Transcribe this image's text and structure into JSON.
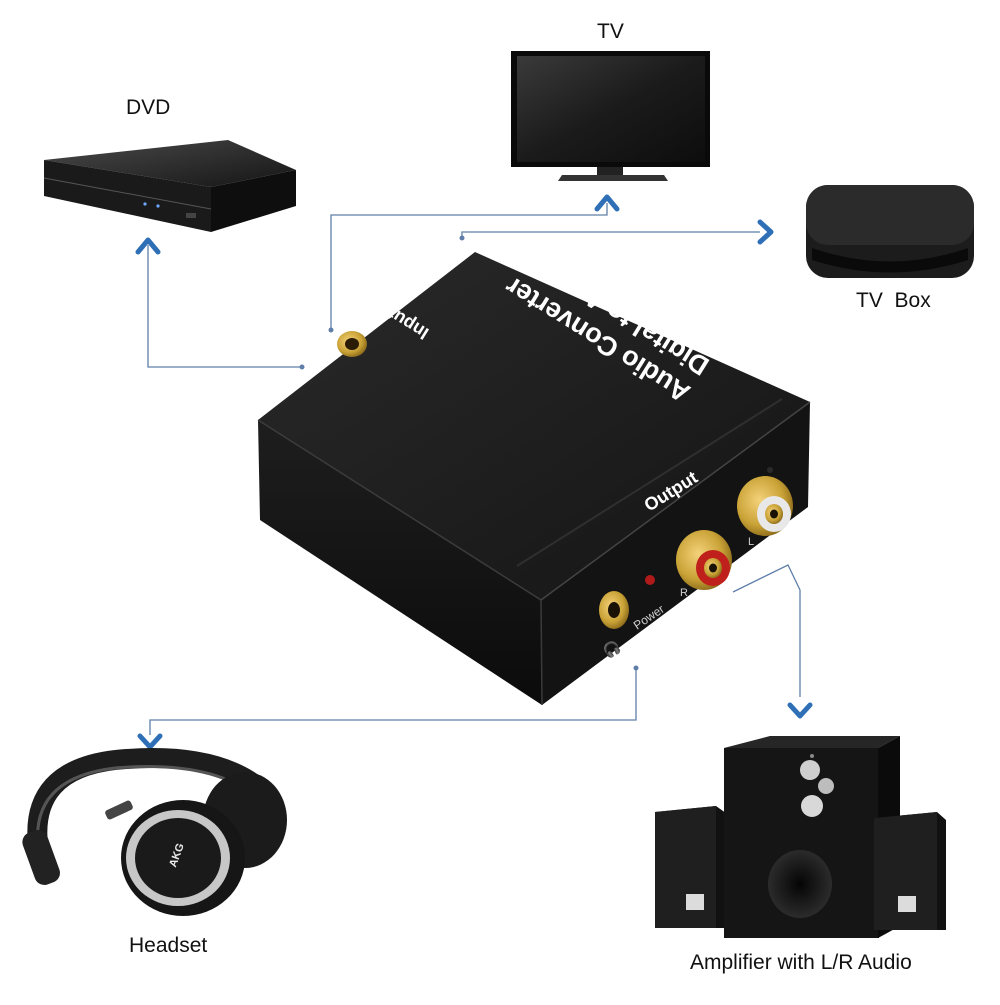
{
  "devices": {
    "tv": "TV",
    "dvd": "DVD",
    "tv_box": "TV  Box",
    "headset": "Headset",
    "amplifier": "Amplifier with L/R Audio"
  },
  "converter": {
    "title_line1": "Digital to Analog",
    "title_line2": "Audio Converter",
    "input_label": "Input",
    "output_label": "Output",
    "power_label": "Power",
    "r_label": "R",
    "l_label": "L",
    "headset_brand": "AKG"
  },
  "colors": {
    "connector_line": "#5f7fa8",
    "arrow": "#2f6fb6",
    "device_black": "#141414",
    "gold": "#c9a236",
    "rca_red": "#c0201c",
    "rca_white": "#e8e8e8",
    "power_led": "#b11a1a"
  }
}
